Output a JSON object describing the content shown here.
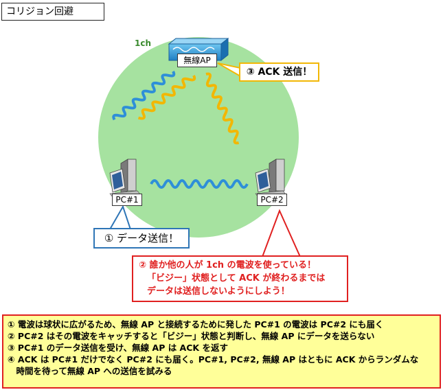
{
  "title": "コリジョン回避",
  "channel": "1ch",
  "devices": {
    "ap": "無線AP",
    "pc1": "PC#1",
    "pc2": "PC#2"
  },
  "callouts": {
    "ack": "③ ACK 送信！",
    "data": "① データ送信！",
    "busy_lines": [
      "② 誰か他の人が 1ch の電波を使っている！",
      "「ビジー」状態として ACK が終わるまでは",
      "データは送信しないようにしよう！"
    ]
  },
  "notes": [
    "① 電波は球状に広がるため、無線 AP と接続するために発した PC#1 の電波は PC#2 にも届く",
    "② PC#2 はその電波をキャッチすると「ビジー」状態と判断し、無線 AP にデータを送らない",
    "③ PC#1 のデータ送信を受け、無線 AP は ACK を返す",
    "④ ACK は PC#1 だけでなく PC#2 にも届く。PC#1, PC#2, 無線 AP はともに ACK からランダムな",
    "　時間を待って無線 AP への送信を試みる"
  ],
  "colors": {
    "circle": "#a6e2a0",
    "wave_blue": "#2e8fd8",
    "wave_yellow": "#f2b705",
    "ack_border": "#f2b705",
    "data_border": "#2e75b6",
    "busy": "#e02020",
    "notes_bg": "#ffff99"
  }
}
